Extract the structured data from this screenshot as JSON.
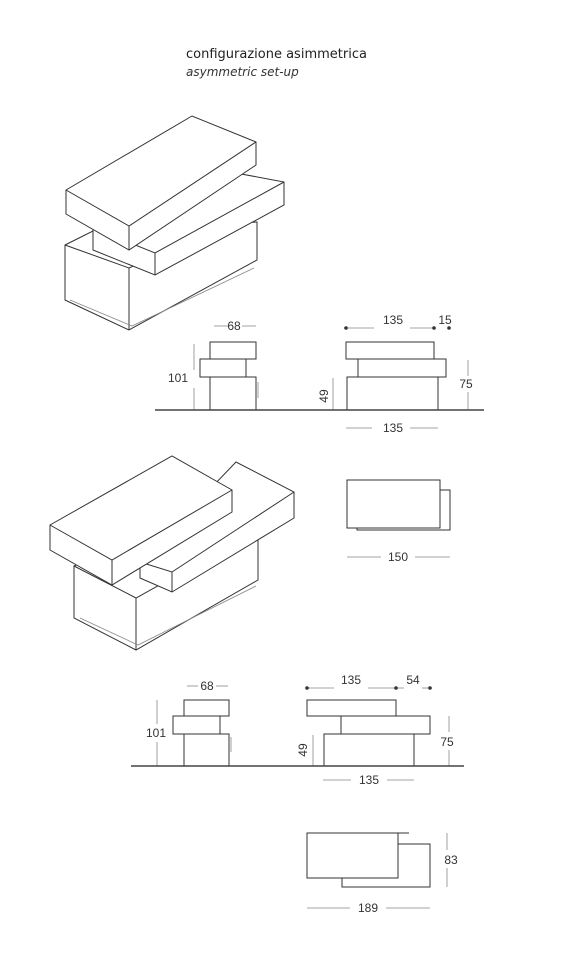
{
  "header": {
    "title": "configurazione asimmetrica",
    "subtitle": "asymmetric set-up"
  },
  "config_1": {
    "side_depth": "68",
    "side_height": "101",
    "top_width": "135",
    "top_offset": "15",
    "base_height": "49",
    "total_height": "75",
    "base_width": "135",
    "plan_width": "150"
  },
  "config_2": {
    "side_depth": "68",
    "side_height": "101",
    "top_width": "135",
    "top_offset": "54",
    "base_height": "49",
    "total_height": "75",
    "base_width": "135",
    "plan_depth": "83",
    "plan_width": "189"
  },
  "colors": {
    "line": "#333333",
    "background": "#ffffff"
  }
}
